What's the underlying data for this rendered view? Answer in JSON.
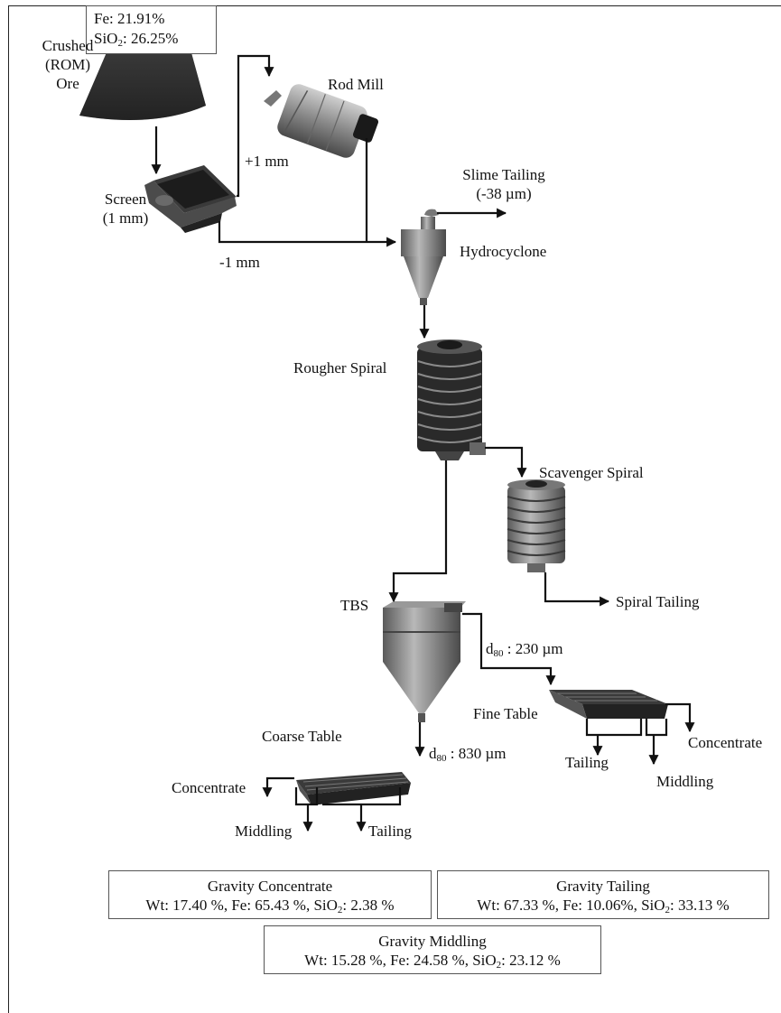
{
  "feed": {
    "fe_text": "Fe: 21.91%",
    "sio2_prefix": "SiO",
    "sio2_sub": "2",
    "sio2_value": ": 26.25%"
  },
  "labels": {
    "ore_line1": "Crushed",
    "ore_line2": "(ROM)",
    "ore_line3": "Ore",
    "screen_line1": "Screen",
    "screen_line2": "(1 mm)",
    "plus_1mm": "+1 mm",
    "minus_1mm": "-1 mm",
    "rod_mill": "Rod Mill",
    "slime_line1": "Slime Tailing",
    "slime_line2": "(-38 µm)",
    "hydrocyclone": "Hydrocyclone",
    "rougher_spiral": "Rougher Spiral",
    "scavenger_spiral": "Scavenger  Spiral",
    "spiral_tailing": "Spiral Tailing",
    "tbs": "TBS",
    "d80_prefix": "d",
    "d80_sub": "80",
    "d80_fine_value": " : 230 µm",
    "d80_coarse_value": " : 830 µm",
    "fine_table": "Fine Table",
    "coarse_table": "Coarse Table",
    "fine_concentrate": "Concentrate",
    "fine_tailing": "Tailing",
    "fine_middling": "Middling",
    "coarse_concentrate": "Concentrate",
    "coarse_middling": "Middling",
    "coarse_tailing": "Tailing"
  },
  "results": {
    "concentrate": {
      "title": "Gravity Concentrate",
      "line_prefix": "Wt: 17.40 %, Fe: 65.43 %, SiO",
      "sub": "2",
      "line_suffix": ": 2.38 %"
    },
    "tailing": {
      "title": "Gravity Tailing",
      "line_prefix": "Wt: 67.33 %, Fe: 10.06%, SiO",
      "sub": "2",
      "line_suffix": ": 33.13 %"
    },
    "middling": {
      "title": "Gravity Middling",
      "line_prefix": "Wt: 15.28 %, Fe: 24.58 %, SiO",
      "sub": "2",
      "line_suffix": ": 23.12 %"
    }
  }
}
